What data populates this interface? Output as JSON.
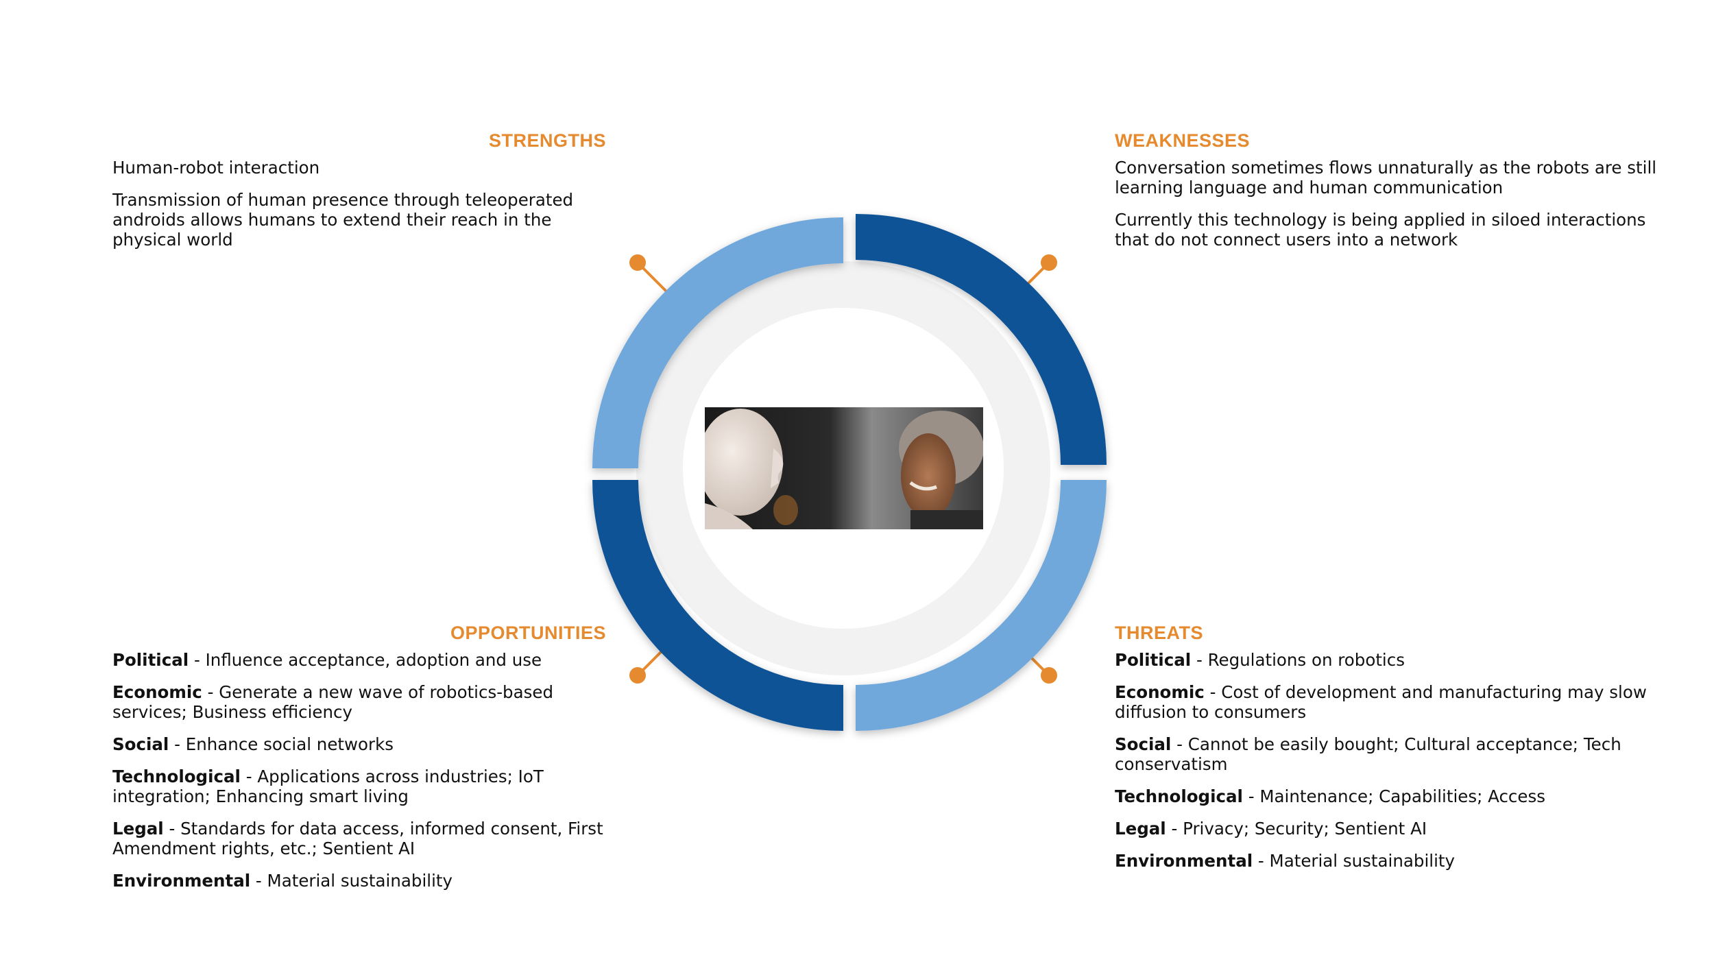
{
  "colors": {
    "accent": "#E58A2E",
    "segment_light": "#6FA8DC",
    "segment_dark": "#0E5396",
    "inner_ring": "#F2F2F2"
  },
  "strengths": {
    "title": "STRENGTHS",
    "items": [
      "Human-robot interaction",
      "Transmission of human presence through teleoperated androids allows humans to extend their reach in the physical world"
    ]
  },
  "weaknesses": {
    "title": "WEAKNESSES",
    "items": [
      "Conversation sometimes flows unnaturally as the robots are still learning language and human communication",
      "Currently this technology is being applied in siloed interactions that do not connect users into a network"
    ]
  },
  "opportunities": {
    "title": "OPPORTUNITIES",
    "items": [
      {
        "label": "Political",
        "text": " - Influence acceptance, adoption and use"
      },
      {
        "label": "Economic",
        "text": " - Generate a new wave of robotics-based services; Business efficiency"
      },
      {
        "label": "Social",
        "text": " - Enhance social networks"
      },
      {
        "label": "Technological",
        "text": " - Applications across industries; IoT integration; Enhancing smart living"
      },
      {
        "label": "Legal",
        "text": " - Standards for data access, informed consent, First Amendment rights, etc.; Sentient AI"
      },
      {
        "label": "Environmental",
        "text": " - Material sustainability"
      }
    ]
  },
  "threats": {
    "title": "THREATS",
    "items": [
      {
        "label": "Political",
        "text": " - Regulations on robotics"
      },
      {
        "label": "Economic",
        "text": " - Cost of development and manufacturing may slow diffusion to consumers"
      },
      {
        "label": "Social",
        "text": " - Cannot be easily bought; Cultural acceptance; Tech conservatism"
      },
      {
        "label": "Technological",
        "text": " - Maintenance; Capabilities; Access"
      },
      {
        "label": "Legal",
        "text": " - Privacy; Security; Sentient AI"
      },
      {
        "label": "Environmental",
        "text": " - Material sustainability"
      }
    ]
  },
  "center_image": "photo-robot-android-facing-smiling-elderly-woman"
}
